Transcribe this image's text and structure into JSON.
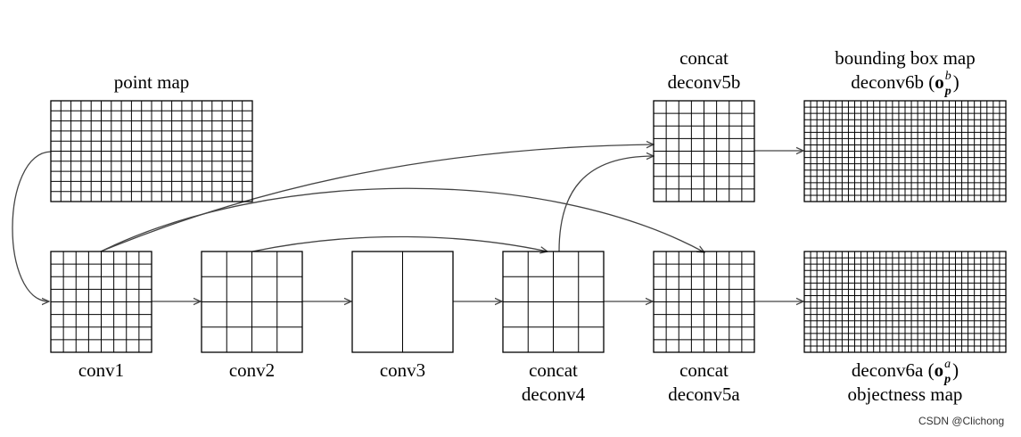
{
  "diagram": {
    "nodes": [
      {
        "id": "point_map",
        "label_top": [
          "point map"
        ],
        "label_bottom": [],
        "grid": [
          20,
          10
        ]
      },
      {
        "id": "conv1",
        "label_top": [],
        "label_bottom": [
          "conv1"
        ],
        "grid": [
          8,
          8
        ]
      },
      {
        "id": "conv2",
        "label_top": [],
        "label_bottom": [
          "conv2"
        ],
        "grid": [
          4,
          4
        ]
      },
      {
        "id": "conv3",
        "label_top": [],
        "label_bottom": [
          "conv3"
        ],
        "grid": [
          2,
          1
        ]
      },
      {
        "id": "deconv4",
        "label_top": [],
        "label_bottom": [
          "concat",
          "deconv4"
        ],
        "grid": [
          4,
          4
        ]
      },
      {
        "id": "deconv5a",
        "label_top": [],
        "label_bottom": [
          "concat",
          "deconv5a"
        ],
        "grid": [
          8,
          8
        ]
      },
      {
        "id": "deconv5b",
        "label_top": [
          "concat",
          "deconv5b"
        ],
        "label_bottom": [],
        "grid": [
          8,
          8
        ]
      },
      {
        "id": "deconv6b",
        "label_top": [
          "bounding box map",
          "deconv6b"
        ],
        "label_bottom": [],
        "grid": [
          32,
          16
        ],
        "math_base": "o",
        "math_sub": "p",
        "math_sup": "b"
      },
      {
        "id": "deconv6a",
        "label_top": [],
        "label_bottom": [
          "deconv6a",
          "objectness map"
        ],
        "grid": [
          32,
          16
        ],
        "math_base": "o",
        "math_sub": "p",
        "math_sup": "a"
      }
    ],
    "edges": [
      {
        "from": "point_map",
        "to": "conv1"
      },
      {
        "from": "conv1",
        "to": "conv2"
      },
      {
        "from": "conv2",
        "to": "conv3"
      },
      {
        "from": "conv3",
        "to": "deconv4"
      },
      {
        "from": "deconv4",
        "to": "deconv5a"
      },
      {
        "from": "deconv5a",
        "to": "deconv6a"
      },
      {
        "from": "deconv5b",
        "to": "deconv6b"
      },
      {
        "from": "conv2",
        "to": "deconv4"
      },
      {
        "from": "conv1",
        "to": "deconv5a"
      },
      {
        "from": "conv1",
        "to": "deconv5b"
      },
      {
        "from": "deconv4",
        "to": "deconv5b"
      }
    ]
  },
  "watermark": "CSDN @Clichong"
}
